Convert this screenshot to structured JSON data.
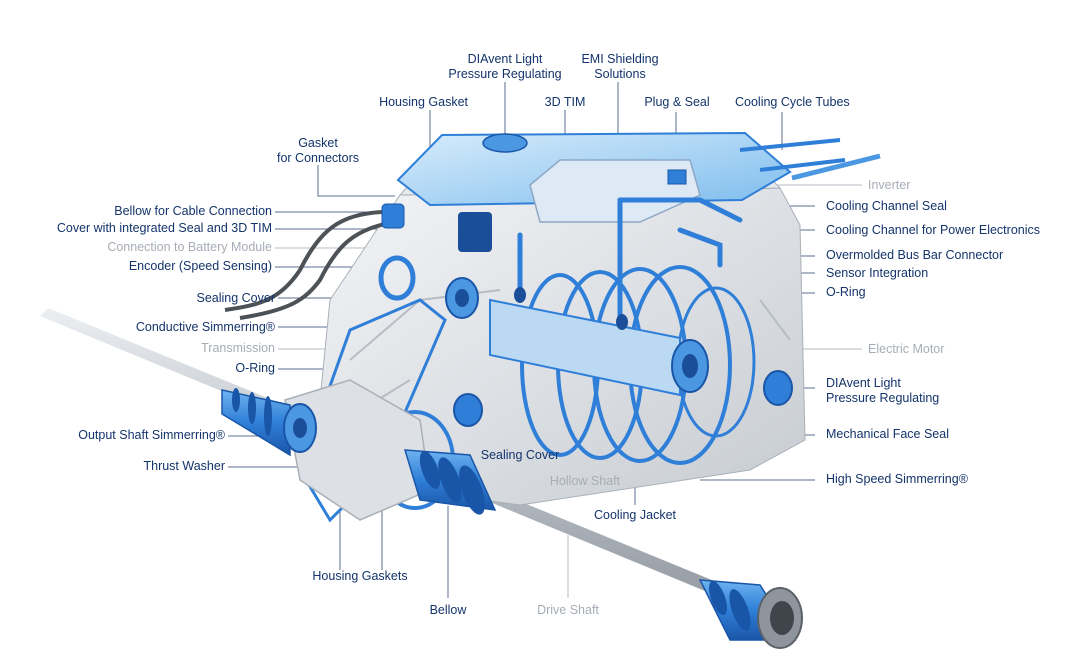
{
  "colors": {
    "label": "#14346b",
    "label_muted": "#a7adb6",
    "component_blue": "#2f7fd8",
    "component_light": "#8cc4f2",
    "housing_grey": "#c9ced5"
  },
  "labels": {
    "diavent_top": "DIAvent Light\nPressure Regulating",
    "emi_shielding": "EMI Shielding\nSolutions",
    "housing_gasket": "Housing Gasket",
    "tim_3d": "3D TIM",
    "plug_seal": "Plug & Seal",
    "cooling_cycle_tubes": "Cooling Cycle Tubes",
    "gasket_connectors": "Gasket\nfor Connectors",
    "inverter": "Inverter",
    "bellow_cable": "Bellow for Cable Connection",
    "cover_seal_tim": "Cover with integrated Seal and 3D TIM",
    "connection_battery": "Connection to Battery Module",
    "encoder": "Encoder (Speed Sensing)",
    "sealing_cover_left": "Sealing Cover",
    "conductive_simmerring": "Conductive Simmerring®",
    "transmission": "Transmission",
    "o_ring_left": "O-Ring",
    "output_shaft_simmerring": "Output Shaft Simmerring®",
    "thrust_washer": "Thrust Washer",
    "sealing_cover_bottom": "Sealing Cover",
    "hollow_shaft": "Hollow Shaft",
    "cooling_jacket": "Cooling Jacket",
    "housing_gaskets": "Housing Gaskets",
    "bellow": "Bellow",
    "drive_shaft": "Drive Shaft",
    "cooling_channel_seal": "Cooling Channel Seal",
    "cooling_channel_pe": "Cooling Channel for Power Electronics",
    "overmolded_bus_bar": "Overmolded Bus Bar Connector",
    "sensor_integration": "Sensor Integration",
    "o_ring_right": "O-Ring",
    "electric_motor": "Electric Motor",
    "diavent_right": "DIAvent Light\nPressure Regulating",
    "mechanical_face_seal": "Mechanical Face Seal",
    "high_speed_simmerring": "High Speed Simmerring®"
  }
}
